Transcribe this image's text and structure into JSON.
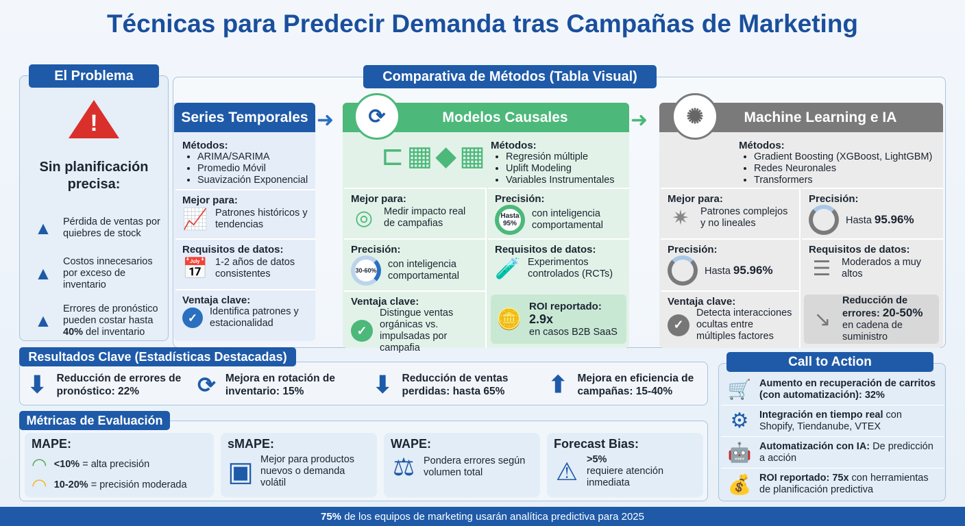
{
  "title": "Técnicas para Predecir Demanda tras Campañas de Marketing",
  "problem": {
    "header": "El Problema",
    "headline": "Sin planificación precisa:",
    "items": [
      {
        "text": "Pérdida de ventas por quiebres de stock"
      },
      {
        "text": "Costos innecesarios por exceso de inventario"
      },
      {
        "text_a": "Errores de pronóstico pueden costar hasta ",
        "bold": "40%",
        "text_b": " del inventario"
      }
    ]
  },
  "comparison": {
    "header": "Comparativa de Métodos (Tabla Visual)",
    "series": {
      "title": "Series Temporales",
      "methods_label": "Métodos:",
      "methods": [
        "ARIMA/SARIMA",
        "Promedio Móvil",
        "Suavización Exponencial"
      ],
      "best_label": "Mejor para:",
      "best": "Patrones históricos y tendencias",
      "req_label": "Requisitos de datos:",
      "req": "1-2 años de datos consistentes",
      "adv_label": "Ventaja clave:",
      "adv": "Identifica patrones y estacionalidad"
    },
    "causal": {
      "title": "Modelos Causales",
      "methods_label": "Métodos:",
      "methods": [
        "Regresión múltiple",
        "Uplift Modeling",
        "Variables Instrumentales"
      ],
      "best_label": "Mejor para:",
      "best": "Medir impacto real de campafias",
      "prec1_label": "Precisión:",
      "prec1_ring": "Hasta 95%",
      "prec1": "con inteligencia comportamental",
      "prec2_label": "Precisión:",
      "prec2_ring": "30-60%",
      "prec2": "con inteligencia comportamental",
      "req_label": "Requisitos de datos:",
      "req": "Experimentos controlados (RCTs)",
      "adv_label": "Ventaja clave:",
      "adv": "Distingue ventas orgánicas vs. impulsadas por campafia",
      "roi_label": "ROI reportado:",
      "roi_value": "2.9x",
      "roi_note": "en casos B2B SaaS"
    },
    "ml": {
      "title": "Machine Learning e IA",
      "methods_label": "Métodos:",
      "methods": [
        "Gradient Boosting (XGBoost, LightGBM)",
        "Redes Neuronales",
        "Transformers"
      ],
      "best_label": "Mejor para:",
      "best": "Patrones complejos y no lineales",
      "prec1_label": "Precisión:",
      "prec1_prefix": "Hasta ",
      "prec1_value": "95.96%",
      "prec2_label": "Precisión:",
      "prec2_prefix": "Hasta ",
      "prec2_value": "95.96%",
      "req_label": "Requisitos de datos:",
      "req": "Moderados a muy altos",
      "adv_label": "Ventaja clave:",
      "adv": "Detecta interacciones ocultas entre múltiples factores",
      "red_label": "Reducción de errores: ",
      "red_value": "20-50%",
      "red_note": "en cadena de suministro"
    }
  },
  "results": {
    "header": "Resultados Clave (Estadísticas Destacadas)",
    "items": [
      {
        "icon": "arrow-down-icon",
        "text": "Reducción de errores de pronóstico: 22%"
      },
      {
        "icon": "refresh-icon",
        "text": "Mejora en rotación de inventario: 15%"
      },
      {
        "icon": "arrow-down-icon",
        "text": "Reducción de ventas perdidas: hasta 65%"
      },
      {
        "icon": "arrow-up-icon",
        "text": "Mejora en eficiencia de campañas: 15-40%"
      }
    ]
  },
  "metrics": {
    "header": "Métricas de Evaluación",
    "mape": {
      "label": "MAPE:",
      "line1_b": "<10%",
      "line1": " = alta precisión",
      "line2_b": "10-20%",
      "line2": " = precisión moderada"
    },
    "smape": {
      "label": "sMAPE:",
      "text": "Mejor para productos nuevos o demanda volátil"
    },
    "wape": {
      "label": "WAPE:",
      "text": "Pondera errores según volumen total"
    },
    "bias": {
      "label": "Forecast Bias:",
      "value": ">5%",
      "text": "requiere atención inmediata"
    }
  },
  "cta": {
    "header": "Call to Action",
    "items": [
      {
        "bold": "Aumento en recuperación de carritos (con automatización): 32%",
        "text": ""
      },
      {
        "bold": "Integración en tiempo real",
        "text": " con Shopify, Tiendanube, VTEX"
      },
      {
        "bold": "Automatización con IA:",
        "text": " De predicción a acción"
      },
      {
        "bold": "ROI reportado: 75x",
        "text": " con herramientas de planificación predictiva"
      }
    ]
  },
  "footer": {
    "bold": "75%",
    "text": " de los equipos de marketing usarán analítica predictiva para 2025"
  },
  "colors": {
    "primary": "#1e5aa8",
    "causal": "#4cb87a",
    "ml": "#7a7a7a",
    "alert": "#d9302c"
  }
}
